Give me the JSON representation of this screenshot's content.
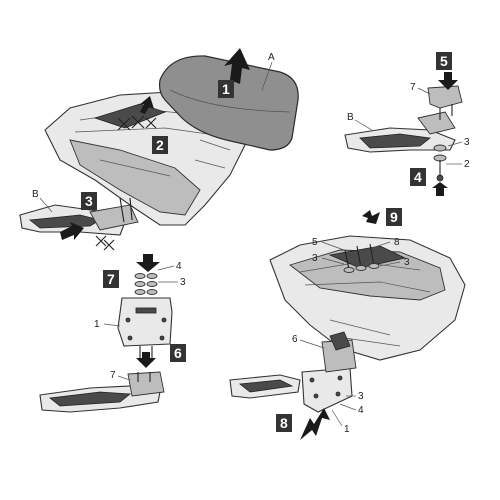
{
  "steps": {
    "s1": "1",
    "s2": "2",
    "s3": "3",
    "s4": "4",
    "s5": "5",
    "s6": "6",
    "s7": "7",
    "s8": "8",
    "s9": "9"
  },
  "callouts": {
    "A": "A",
    "B_top": "B",
    "B_left": "B",
    "p7_tr": "7",
    "p3_tr": "3",
    "p2_tr": "2",
    "p4_ml": "4",
    "p3_ml": "3",
    "p1_ml": "1",
    "p7_ml": "7",
    "p5_mr": "5",
    "p8_mr": "8",
    "p3a_mr": "3",
    "p3b_mr": "3",
    "p6_br": "6",
    "p3_br": "3",
    "p4_br": "4",
    "p1_br": "1"
  },
  "colors": {
    "step_box": "#333333",
    "line": "#222222",
    "seat": "#8f8f8f"
  }
}
